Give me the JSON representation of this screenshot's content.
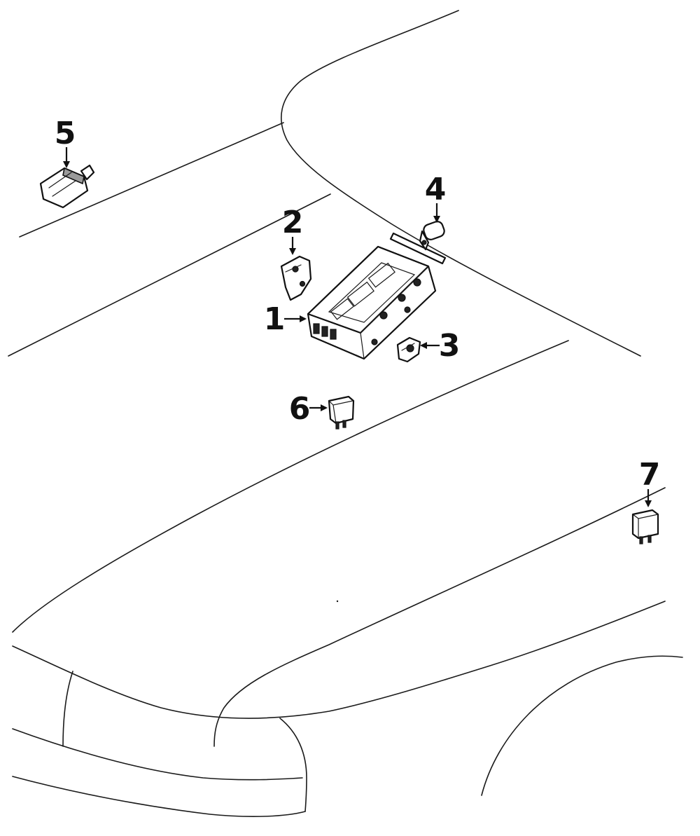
{
  "diagram": {
    "callouts": [
      {
        "id": "1",
        "label": "1",
        "part": "control-module"
      },
      {
        "id": "2",
        "label": "2",
        "part": "bracket"
      },
      {
        "id": "3",
        "label": "3",
        "part": "sensor-connector"
      },
      {
        "id": "4",
        "label": "4",
        "part": "sensor"
      },
      {
        "id": "5",
        "label": "5",
        "part": "sensor-plug"
      },
      {
        "id": "6",
        "label": "6",
        "part": "relay"
      },
      {
        "id": "7",
        "label": "7",
        "part": "relay"
      }
    ]
  },
  "colors": {
    "line": "#1a1a1a",
    "background": "#ffffff",
    "part_shade": "#9a9a9a"
  }
}
